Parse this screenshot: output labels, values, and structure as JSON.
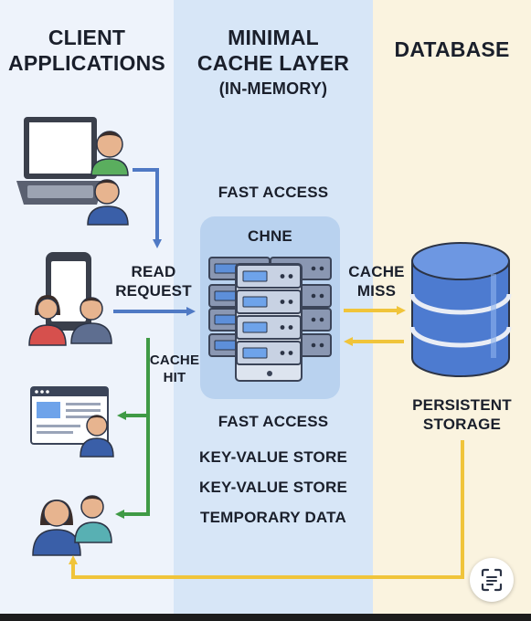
{
  "columns": {
    "client": {
      "line1": "CLIENT",
      "line2": "APPLICATIONS"
    },
    "cache": {
      "line1": "MINIMAL",
      "line2": "CACHE LAYER",
      "line3": "(IN-MEMORY)"
    },
    "database": {
      "title": "DATABASE"
    }
  },
  "cache_box": {
    "fast_access_top": "FAST ACCESS",
    "label": "CHNE",
    "fast_access_bottom": "FAST ACCESS",
    "features": [
      "KEY-VALUE STORE",
      "KEY-VALUE STORE",
      "TEMPORARY DATA"
    ]
  },
  "flows": {
    "read_request": {
      "line1": "READ",
      "line2": "REQUEST"
    },
    "cache_hit": {
      "line1": "CACHE",
      "line2": "HIT"
    },
    "cache_miss": {
      "line1": "CACHE",
      "line2": "MISS"
    }
  },
  "storage": {
    "line1": "PERSISTENT",
    "line2": "STORAGE"
  },
  "colors": {
    "client_bg": "#eef3fb",
    "cache_bg": "#d7e6f7",
    "db_bg": "#faf3df",
    "read_arrow": "#4f79c4",
    "hit_arrow": "#3f9a45",
    "miss_arrow": "#f0c43a",
    "db_body": "#4d7bd0"
  },
  "icons": [
    "laptop-icon",
    "user-icon",
    "smartphone-icon",
    "browser-window-icon",
    "server-stack-icon",
    "database-cylinder-icon",
    "lens-scan-icon"
  ]
}
